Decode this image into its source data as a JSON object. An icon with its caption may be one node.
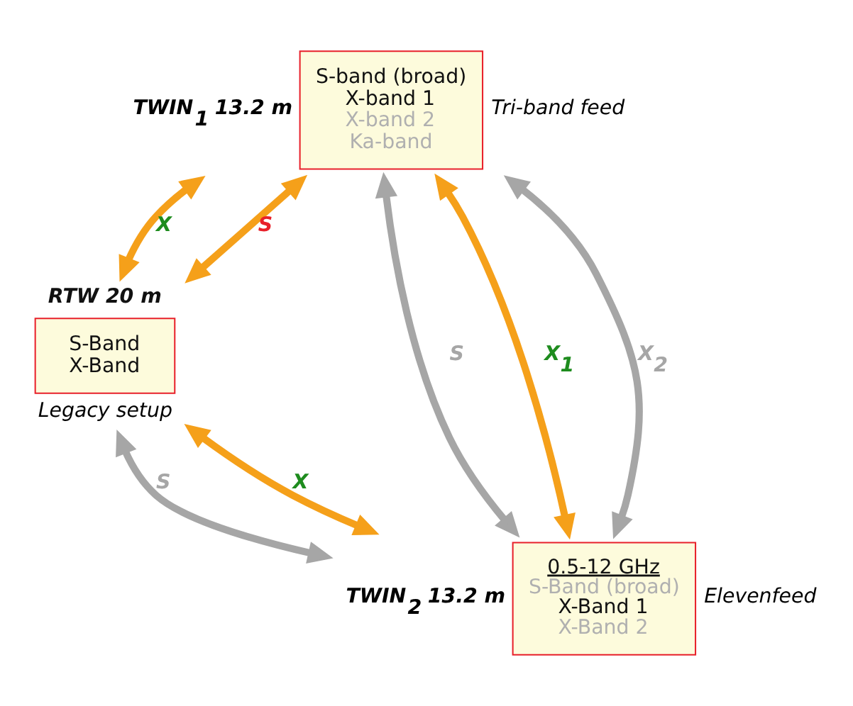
{
  "diagram": {
    "nodes": [
      {
        "text": [
          "S-band (broad)",
          "X-band 1",
          "X-band 2",
          "Ka-band"
        ],
        "beside": [
          "TWIN$_{1}$ 13.2 m",
          "Tri-band feed"
        ]
      },
      {
        "text": [
          "RTW 20 m",
          "S-Band",
          "X-Band"
        ],
        "beside": [
          "Legacy setup"
        ]
      },
      {
        "text": [
          "0.5-12 GHz",
          "S-Band (broad)",
          "X-Band 1",
          "X-Band 2"
        ],
        "beside": [
          "TWIN$_{2}$ 13.2 m",
          "Elevenfeed"
        ]
      }
    ],
    "edges": [
      {
        "from": 0,
        "to": 1,
        "arrow": "both",
        "label": "X"
      },
      {
        "from": 0,
        "to": 1,
        "arrow": "both",
        "label": "S"
      },
      {
        "from": 0,
        "to": 2,
        "arrow": "both",
        "label": "S",
        "color": "#a6a6a6"
      },
      {
        "from": 0,
        "to": 2,
        "arrow": "both",
        "label": "X$_{1}$"
      },
      {
        "from": 0,
        "to": 2,
        "arrow": "both",
        "label": "X$_{2}$",
        "color": "#a6a6a6"
      },
      {
        "from": 2,
        "to": 1,
        "arrow": "both",
        "label": "S",
        "color": "#a6a6a6"
      },
      {
        "from": 2,
        "to": 1,
        "arrow": "both",
        "label": "X"
      }
    ]
  }
}
